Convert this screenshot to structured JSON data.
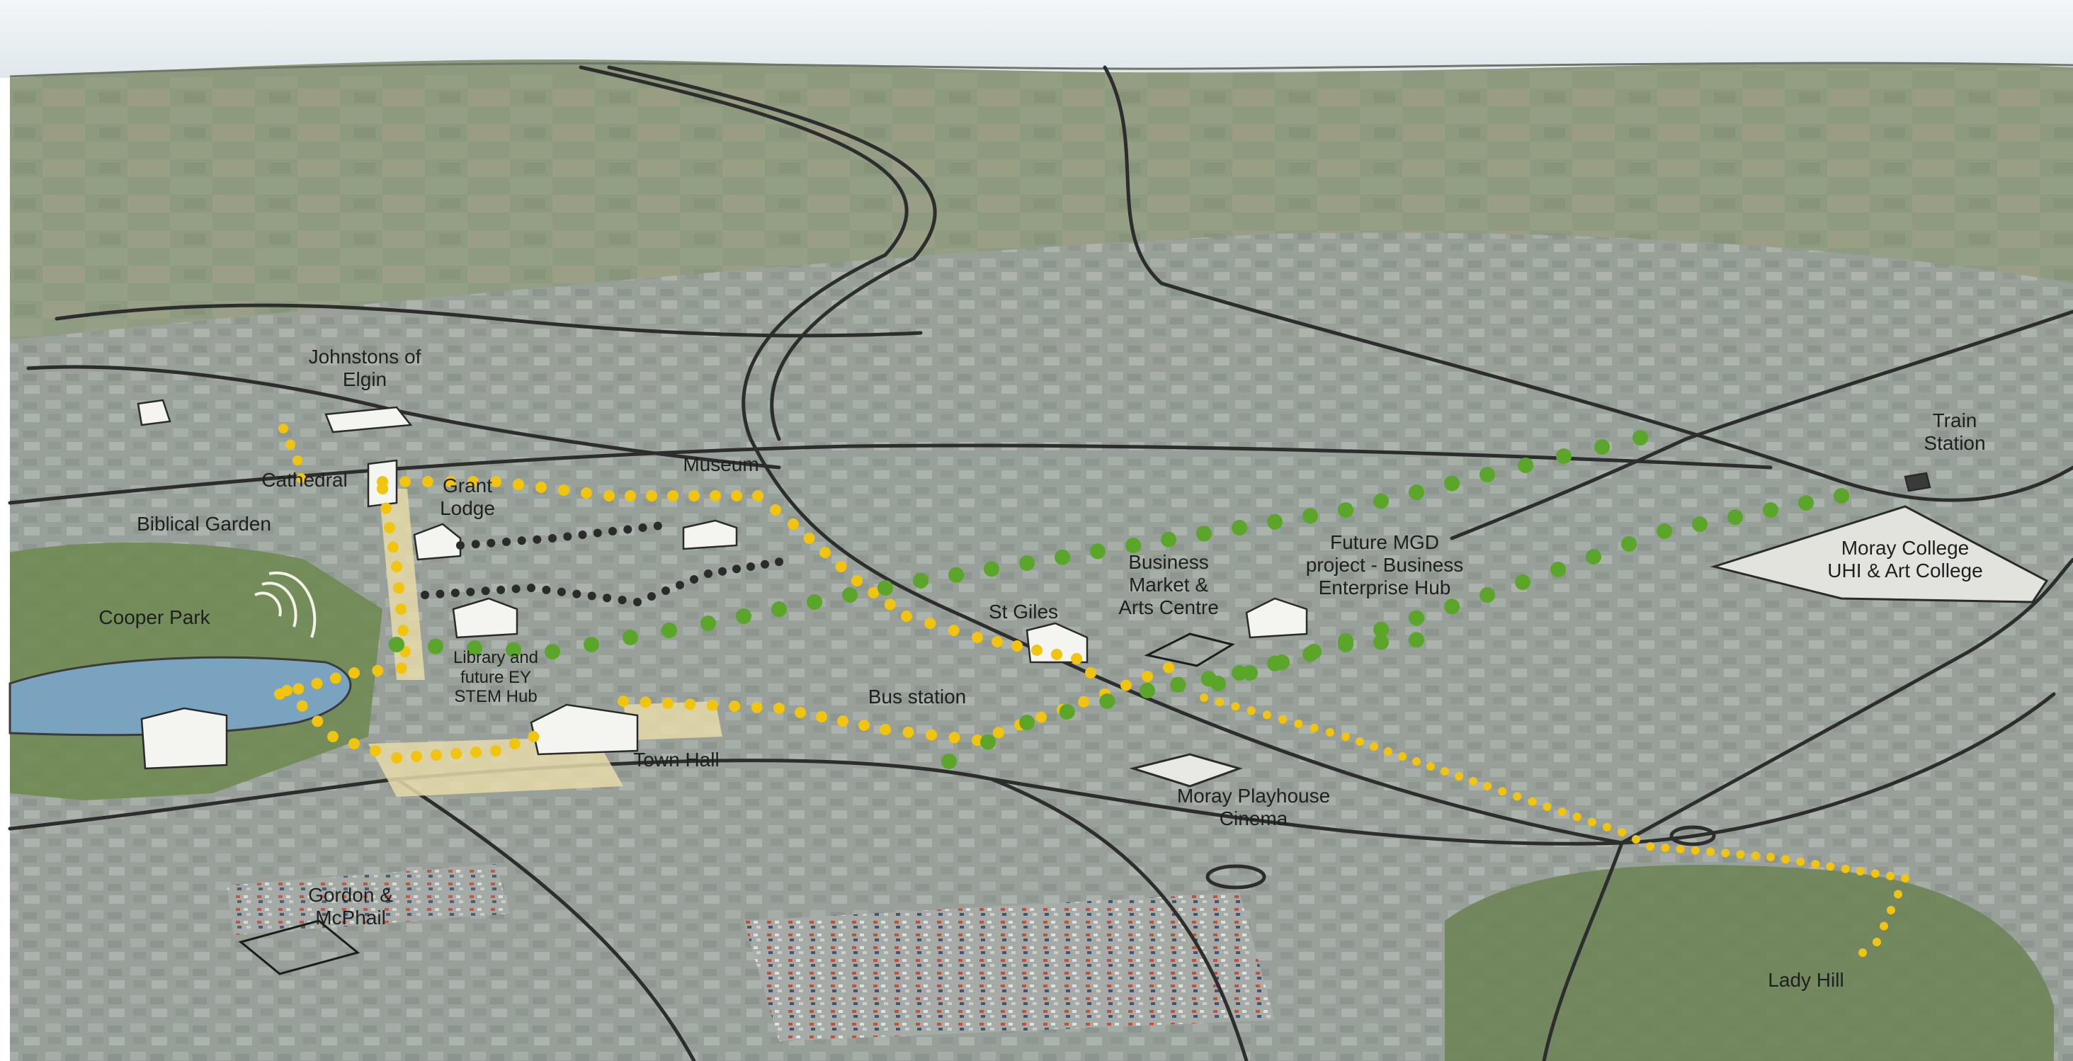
{
  "map": {
    "labels": {
      "johnstons_of_elgin": "Johnstons of\nElgin",
      "cathedral": "Cathedral",
      "grant_lodge": "Grant\nLodge",
      "museum": "Museum",
      "biblical_garden": "Biblical Garden",
      "cooper_park": "Cooper Park",
      "library": "Library and\nfuture EY\nSTEM Hub",
      "town_hall": "Town Hall",
      "bus_station": "Bus station",
      "st_giles": "St Giles",
      "business_market": "Business\nMarket &\nArts Centre",
      "future_mgd": "Future MGD\nproject - Business\nEnterprise Hub",
      "train_station": "Train\nStation",
      "moray_college": "Moray College\nUHI & Art College",
      "moray_playhouse": "Moray Playhouse\nCinema",
      "gordon_mcphail": "Gordon &\nMcPhail",
      "lady_hill": "Lady Hill"
    },
    "colors": {
      "sky": "#e9eff2",
      "far_fields": "#8a977a",
      "town": "#9aa39c",
      "green_route": "#5aa52a",
      "yellow_route": "#f1c40f",
      "dark_route": "#2b2b2b",
      "road": "#2e2e2e",
      "water": "#6f9ab8",
      "plaza": "#e4d6a3"
    }
  }
}
